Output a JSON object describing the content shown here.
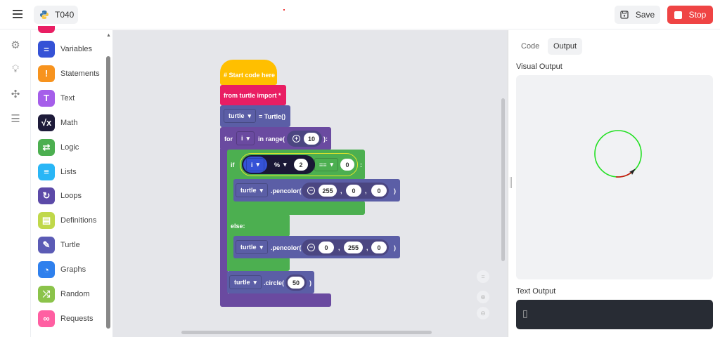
{
  "header": {
    "project_name": "T040",
    "save_label": "Save",
    "stop_label": "Stop"
  },
  "rail": {
    "icons": [
      "gear-icon",
      "lightbulb-icon",
      "puzzle-icon",
      "checklist-icon"
    ]
  },
  "categories": [
    {
      "label": "Variables",
      "color": "#3552d6",
      "glyph": "="
    },
    {
      "label": "Statements",
      "color": "#f7931e",
      "glyph": "!"
    },
    {
      "label": "Text",
      "color": "#a55eea",
      "glyph": "T"
    },
    {
      "label": "Math",
      "color": "#1e1b3a",
      "glyph": "√x"
    },
    {
      "label": "Logic",
      "color": "#4caf50",
      "glyph": "⇄"
    },
    {
      "label": "Lists",
      "color": "#29b6f6",
      "glyph": "≡"
    },
    {
      "label": "Loops",
      "color": "#5c4aa8",
      "glyph": "↻"
    },
    {
      "label": "Definitions",
      "color": "#c0d84a",
      "glyph": "▤"
    },
    {
      "label": "Turtle",
      "color": "#5b5bb5",
      "glyph": "✎"
    },
    {
      "label": "Graphs",
      "color": "#2f80ed",
      "glyph": "◔"
    },
    {
      "label": "Random",
      "color": "#8bc34a",
      "glyph": "⤮"
    },
    {
      "label": "Requests",
      "color": "#ff5fa2",
      "glyph": "∞"
    }
  ],
  "blocks": {
    "comment": "# Start code here",
    "import": "from turtle import *",
    "assign_var": "turtle",
    "assign_rhs": "= Turtle()",
    "for_kw": "for",
    "for_var": "i",
    "in_range": "in range(",
    "range_val": "10",
    "for_end": "):",
    "if_kw": "if",
    "if_var": "i",
    "mod_op": "%",
    "mod_val": "2",
    "eq_op": "==",
    "eq_val": "0",
    "colon": ":",
    "pc1_var": "turtle",
    "pencolor": ".pencolor(",
    "pc1_vals": [
      "255",
      "0",
      "0"
    ],
    "comma": ",",
    "paren": ")",
    "else_kw": "else:",
    "pc2_var": "turtle",
    "pc2_vals": [
      "0",
      "255",
      "0"
    ],
    "circle_var": "turtle",
    "circle": ".circle(",
    "circle_val": "50"
  },
  "right": {
    "tabs": [
      "Code",
      "Output"
    ],
    "active_tab": "Output",
    "visual_output_label": "Visual Output",
    "text_output_label": "Text Output",
    "text_output": "▯"
  },
  "colors": {
    "stop": "#ef4444",
    "loop": "#6a4aa0",
    "logic": "#4caf50",
    "turtle": "#5b5ea6"
  }
}
